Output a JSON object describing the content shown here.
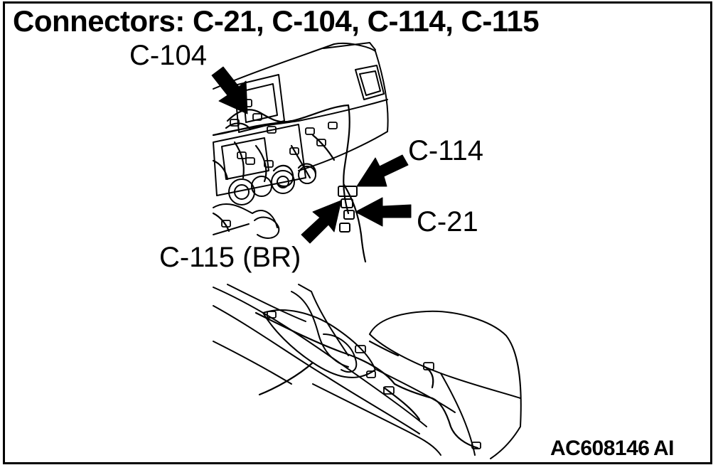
{
  "diagram": {
    "title": "Connectors: C-21, C-104, C-114, C-115",
    "callouts": {
      "c104": "C-104",
      "c114": "C-114",
      "c21": "C-21",
      "c115": "C-115 (BR)"
    },
    "figure_id": "AC608146 AI"
  }
}
